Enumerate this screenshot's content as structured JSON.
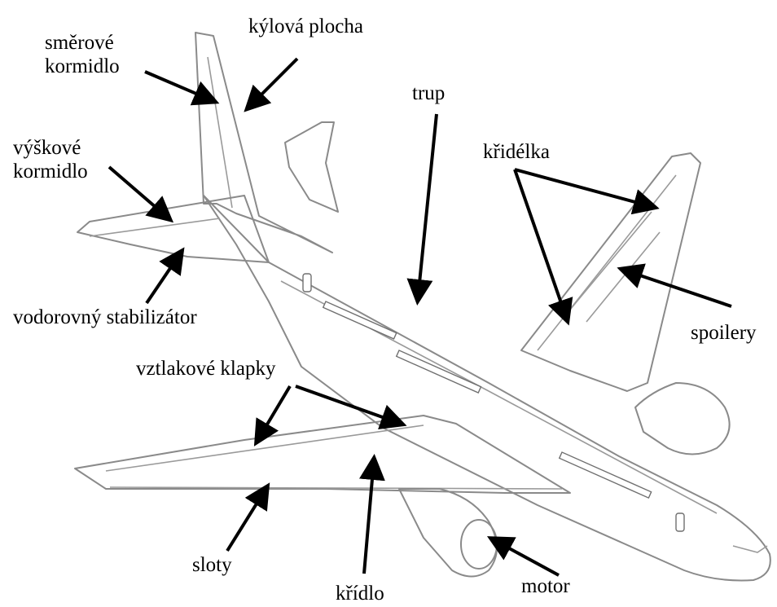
{
  "labels": {
    "smerove_line1": "směrové",
    "smerove_line2": "kormidlo",
    "kylova": "kýlová plocha",
    "vyskove_line1": "výškové",
    "vyskove_line2": "kormidlo",
    "trup": "trup",
    "kridelka": "křidélka",
    "spoilery": "spoilery",
    "stabilizator": "vodorovný stabilizátor",
    "klapky": "vztlakové klapky",
    "sloty": "sloty",
    "kridlo": "křídlo",
    "motor": "motor"
  }
}
